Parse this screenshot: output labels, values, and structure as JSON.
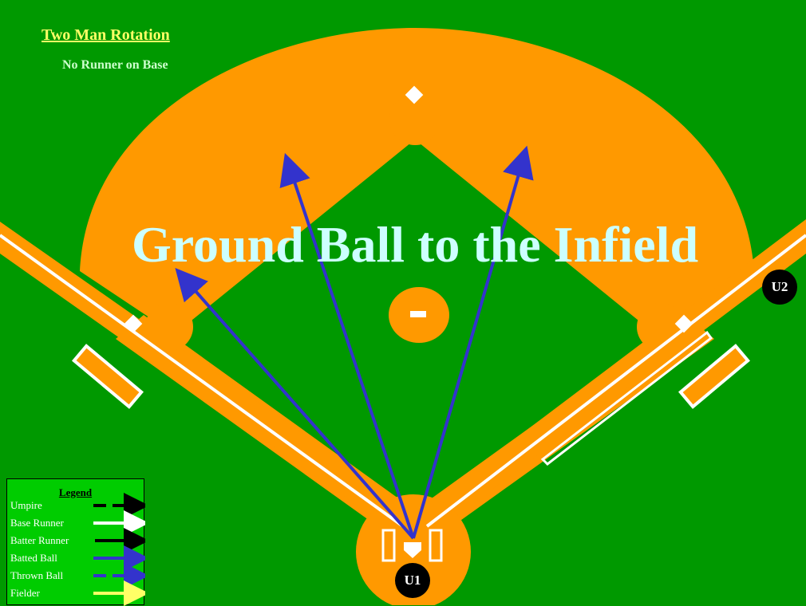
{
  "header": {
    "title": "Two Man Rotation",
    "subtitle": "No Runner on Base"
  },
  "headline": "Ground Ball to the Infield",
  "umpires": {
    "u1": "U1",
    "u2": "U2"
  },
  "legend": {
    "title": "Legend",
    "items": [
      {
        "label": "Umpire",
        "line_color": "#000000",
        "dashed": true
      },
      {
        "label": "Base Runner",
        "line_color": "#FFFFFF",
        "dashed": false
      },
      {
        "label": "Batter Runner",
        "line_color": "#000000",
        "dashed": false
      },
      {
        "label": "Batted Ball",
        "line_color": "#3333CC",
        "dashed": false
      },
      {
        "label": "Thrown Ball",
        "line_color": "#3333CC",
        "dashed": true
      },
      {
        "label": "Fielder",
        "line_color": "#FFFF66",
        "dashed": false
      }
    ]
  },
  "colors": {
    "grass": "#009900",
    "dirt": "#FF9900",
    "batted_ball": "#3333CC"
  }
}
